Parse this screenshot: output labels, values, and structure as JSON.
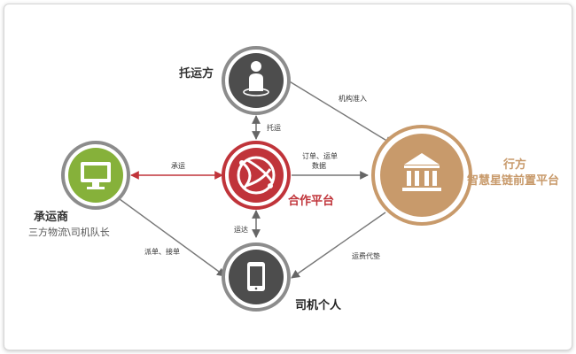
{
  "colors": {
    "accent_red": "#c0343a",
    "accent_tan": "#c89a6b",
    "dark_gray": "#4d4d4d",
    "green": "#86b13a",
    "ring_gray": "#8c8c8c",
    "line_gray": "#777777"
  },
  "nodes": {
    "shipper": {
      "label": "托运方",
      "icon": "person-icon"
    },
    "carrier": {
      "label": "承运商",
      "sub": "三方物流\\司机队长",
      "icon": "monitor-icon"
    },
    "platform": {
      "label": "合作平台",
      "icon": "globe-icon"
    },
    "bank": {
      "label1": "行方",
      "label2": "智慧星链前置平台",
      "icon": "bank-icon"
    },
    "driver": {
      "label": "司机个人",
      "icon": "phone-icon"
    }
  },
  "edges": {
    "shipper_platform": "托运",
    "shipper_bank": "机构准入",
    "carrier_platform": "承运",
    "platform_bank_1": "订单、运单",
    "platform_bank_2": "数据",
    "platform_driver": "运达",
    "carrier_driver": "派单、接单",
    "bank_driver": "运费代垫"
  }
}
